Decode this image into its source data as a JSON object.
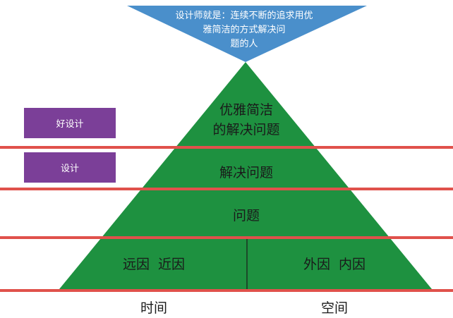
{
  "banner": {
    "lines": [
      "设计师就是：连续不断的追求用优",
      "雅简洁的方式解决问",
      "题的人"
    ],
    "color": "#4a8fcb"
  },
  "pyramid": {
    "color": "#1e9140",
    "levels": {
      "top": [
        "优雅简洁",
        "的解决问题"
      ],
      "second": "解决问题",
      "third": "问题",
      "base_left": "远因  近因",
      "base_right": "外因  内因"
    }
  },
  "tags": {
    "good_design": "好设计",
    "design": "设计",
    "color": "#7b3f98"
  },
  "axis": {
    "time": "时间",
    "space": "空间"
  },
  "divider_color": "#e0514b"
}
